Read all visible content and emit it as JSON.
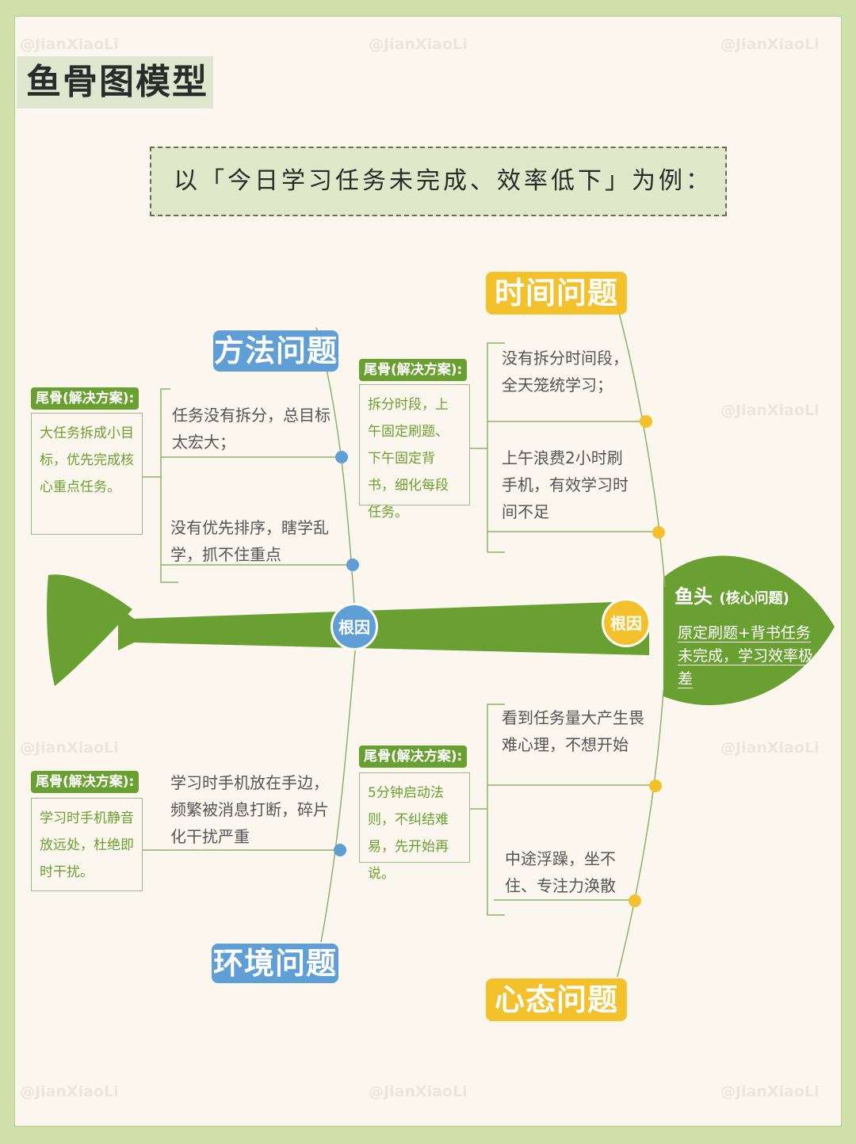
{
  "title": "鱼骨图模型",
  "subtitle": "以「今日学习任务未完成、效率低下」为例：",
  "watermark": "@JianXiaoLi",
  "colors": {
    "green": "#6aa031",
    "blue": "#5f9fd6",
    "yellow": "#f2c12b",
    "background": "#fbf7ee"
  },
  "head": {
    "title": "鱼头",
    "title_note": "(核心问题)",
    "text": "原定刷题+背书任务未完成，学习效率极差"
  },
  "roots": {
    "label": "根因"
  },
  "tail_label": "尾骨(解决方案):",
  "categories": {
    "method": {
      "label": "方法问题",
      "causes": [
        "任务没有拆分，总目标太宏大；",
        "没有优先排序，瞎学乱学，抓不住重点"
      ],
      "solution": "大任务拆成小目标，优先完成核心重点任务。"
    },
    "time": {
      "label": "时间问题",
      "causes": [
        "没有拆分时间段，全天笼统学习；",
        "上午浪费2小时刷手机，有效学习时间不足"
      ],
      "solution": "拆分时段，上午固定刷题、下午固定背书，细化每段任务。"
    },
    "environment": {
      "label": "环境问题",
      "causes": [
        "学习时手机放在手边，频繁被消息打断，碎片化干扰严重"
      ],
      "solution": "学习时手机静音放远处，杜绝即时干扰。"
    },
    "mindset": {
      "label": "心态问题",
      "causes": [
        "看到任务量大产生畏难心理，不想开始",
        "中途浮躁，坐不住、专注力涣散"
      ],
      "solution": "5分钟启动法则，不纠结难易，先开始再说。"
    }
  }
}
